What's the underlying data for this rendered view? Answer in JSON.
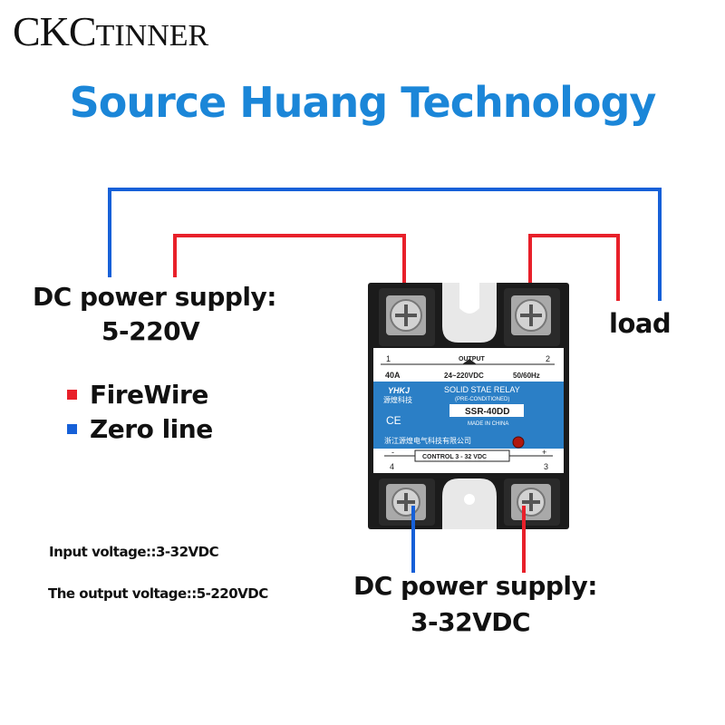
{
  "brand": {
    "big": "CKC",
    "small": "TINNER"
  },
  "title": "Source Huang Technology",
  "labels": {
    "dc_top_line1": "DC power supply:",
    "dc_top_line2": "5-220V",
    "load": "load",
    "dc_bottom_line1": "DC power supply:",
    "dc_bottom_line2": "3-32VDC",
    "input_voltage": "Input voltage::3-32VDC",
    "output_voltage": "The output voltage::5-220VDC"
  },
  "legend": [
    {
      "label": "FireWire",
      "color": "#e8202a"
    },
    {
      "label": "Zero line",
      "color": "#1660d8"
    }
  ],
  "relay": {
    "output_label": "OUTPUT",
    "terminal_1": "1",
    "terminal_2": "2",
    "terminal_3": "3",
    "terminal_4": "4",
    "current": "40A",
    "voltage_range": "24~220VDC",
    "frequency": "50/60Hz",
    "brand_code": "YHKJ",
    "brand_cn": "源煌科技",
    "product_name": "SOLID STAE RELAY",
    "pre_conditioned": "(PRE-CONDITIONED)",
    "model": "SSR-40DD",
    "ce_mark": "CE",
    "made_in": "MADE IN CHINA",
    "company_cn": "浙江源煌电气科技有限公司",
    "control_label": "CONTROL 3 - 32 VDC",
    "minus": "-",
    "plus": "+"
  },
  "colors": {
    "title_blue": "#1b86d8",
    "red_wire": "#e8202a",
    "blue_wire": "#1660d8",
    "relay_label_blue": "#2b7fc6"
  }
}
